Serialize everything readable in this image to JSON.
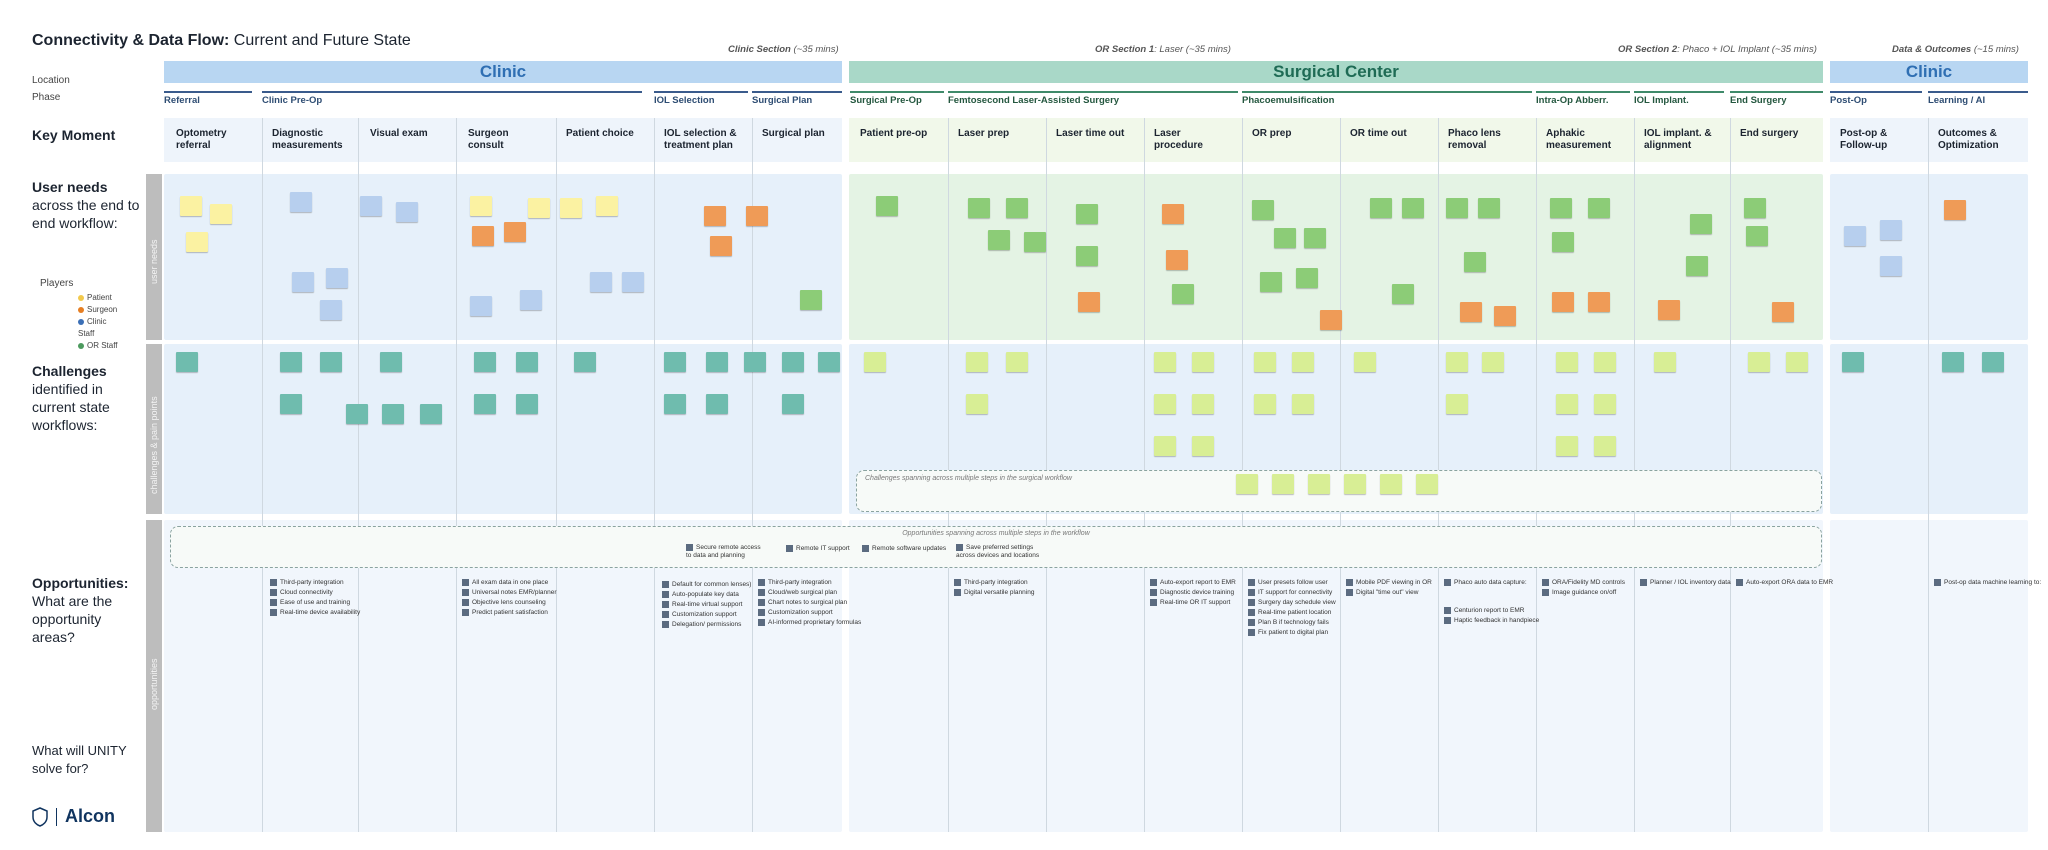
{
  "title": {
    "bold": "Connectivity & Data Flow:",
    "rest": " Current and Future State"
  },
  "left_labels": {
    "location": "Location",
    "phase": "Phase"
  },
  "sections": [
    {
      "name": "Clinic Section",
      "sub": " (~35 mins)"
    },
    {
      "name": "OR Section 1",
      "sub": ": Laser (~35 mins)"
    },
    {
      "name": "OR Section 2",
      "sub": ": Phaco + IOL Implant (~35 mins)"
    },
    {
      "name": "Data & Outcomes",
      "sub": " (~15 mins)"
    }
  ],
  "locations": [
    "Clinic",
    "Surgical Center",
    "Clinic"
  ],
  "phases": [
    "Referral",
    "Clinic Pre-Op",
    "IOL Selection",
    "Surgical Plan",
    "Surgical Pre-Op",
    "Femtosecond Laser-Assisted Surgery",
    "Phacoemulsification",
    "Intra-Op Abberr.",
    "IOL Implant.",
    "End Surgery",
    "Post-Op",
    "Learning / AI"
  ],
  "row_labels": {
    "key_moment": "Key Moment",
    "user_needs": {
      "bold": "User needs",
      "rest": "across the end to end workflow:"
    },
    "challenges": {
      "bold": "Challenges",
      "rest": "identified in current state workflows:"
    },
    "opportunities": {
      "bold": "Opportunities:",
      "rest": "What are the opportunity areas?"
    },
    "unity": "What will UNITY solve for?"
  },
  "lane_tabs": [
    "user needs",
    "challenges & pain points",
    "opportunities"
  ],
  "key_moments": [
    "Optometry referral",
    "Diagnostic measurements",
    "Visual exam",
    "Surgeon consult",
    "Patient choice",
    "IOL selection & treatment plan",
    "Surgical plan",
    "Patient pre-op",
    "Laser prep",
    "Laser time out",
    "Laser procedure",
    "OR prep",
    "OR time out",
    "Phaco lens removal",
    "Aphakic measurement",
    "IOL implant. & alignment",
    "End surgery",
    "Post-op & Follow-up",
    "Outcomes & Optimization"
  ],
  "players": {
    "label": "Players",
    "items": [
      {
        "name": "Patient",
        "color": "#f2c94c"
      },
      {
        "name": "Surgeon",
        "color": "#e67e22"
      },
      {
        "name": "Clinic Staff",
        "color": "#3b6fb6"
      },
      {
        "name": "OR Staff",
        "color": "#4c9a5e"
      }
    ]
  },
  "dashed_captions": {
    "challenges": "Challenges spanning across multiple steps in the surgical workflow",
    "opportunities": "Opportunities spanning across multiple steps in the workflow"
  },
  "spanning_opportunities": [
    "Secure remote access to data and planning",
    "Remote IT support",
    "Remote software updates",
    "Save preferred settings across devices and locations"
  ],
  "opportunity_groups": [
    [
      "Third-party integration",
      "Cloud connectivity",
      "Ease of use and training",
      "Real-time device availability"
    ],
    [
      "All exam data in one place",
      "Universal notes EMR/planner",
      "Objective lens counseling",
      "Predict patient satisfaction"
    ],
    [
      "Default for common lenses)",
      "Auto-populate key data",
      "Real-time virtual support",
      "Customization support",
      "Delegation/ permissions"
    ],
    [
      "Third-party integration",
      "Cloud/web surgical plan",
      "Chart notes to surgical plan",
      "Customization support",
      "AI-informed proprietary formulas"
    ],
    [
      "Third-party integration",
      "Digital versatile planning"
    ],
    [
      "Auto-export report to EMR",
      "Diagnostic device training",
      "Real-time OR IT support"
    ],
    [
      "User presets follow user",
      "IT support for connectivity",
      "Surgery day schedule view",
      "Real-time patient location",
      "Plan B if technology fails",
      "Fix patient to digital plan"
    ],
    [
      "Mobile PDF viewing in OR",
      "Digital \"time out\" view"
    ],
    [
      "Phaco auto data capture:",
      "Centurion report to EMR",
      "Haptic feedback in handpiece"
    ],
    [
      "ORA/Fidelity MD controls",
      "Image guidance on/off"
    ],
    [
      "Planner / IOL inventory data"
    ],
    [
      "Auto-export ORA data to EMR"
    ],
    [
      "Post-op data machine learning to:"
    ]
  ],
  "logo": "Alcon"
}
